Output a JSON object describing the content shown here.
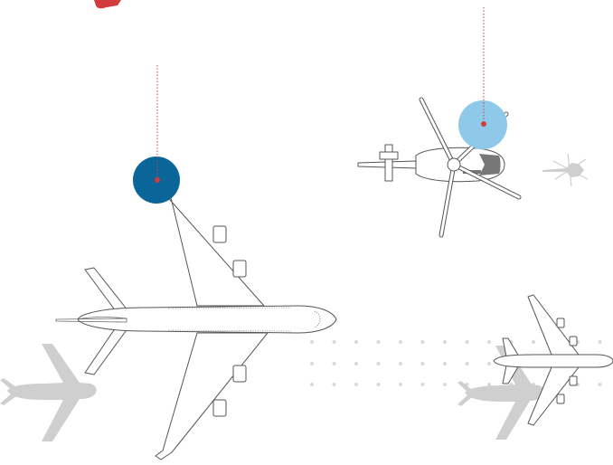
{
  "colors": {
    "marker_dark": "#0a6699",
    "marker_light": "#8ec9ea",
    "leader_red": "#d23c3c",
    "silhouette_gray": "#cfcfcf",
    "outline_gray": "#555555",
    "dot_gray": "#d9d9d9"
  },
  "objects": {
    "main_aircraft": {
      "type": "airliner",
      "marker_color": "dark-blue"
    },
    "helicopter": {
      "type": "helicopter",
      "marker_color": "light-blue"
    },
    "background_aircraft": [
      "airliner-silhouette-left",
      "airliner-silhouette-right",
      "helicopter-silhouette"
    ]
  }
}
